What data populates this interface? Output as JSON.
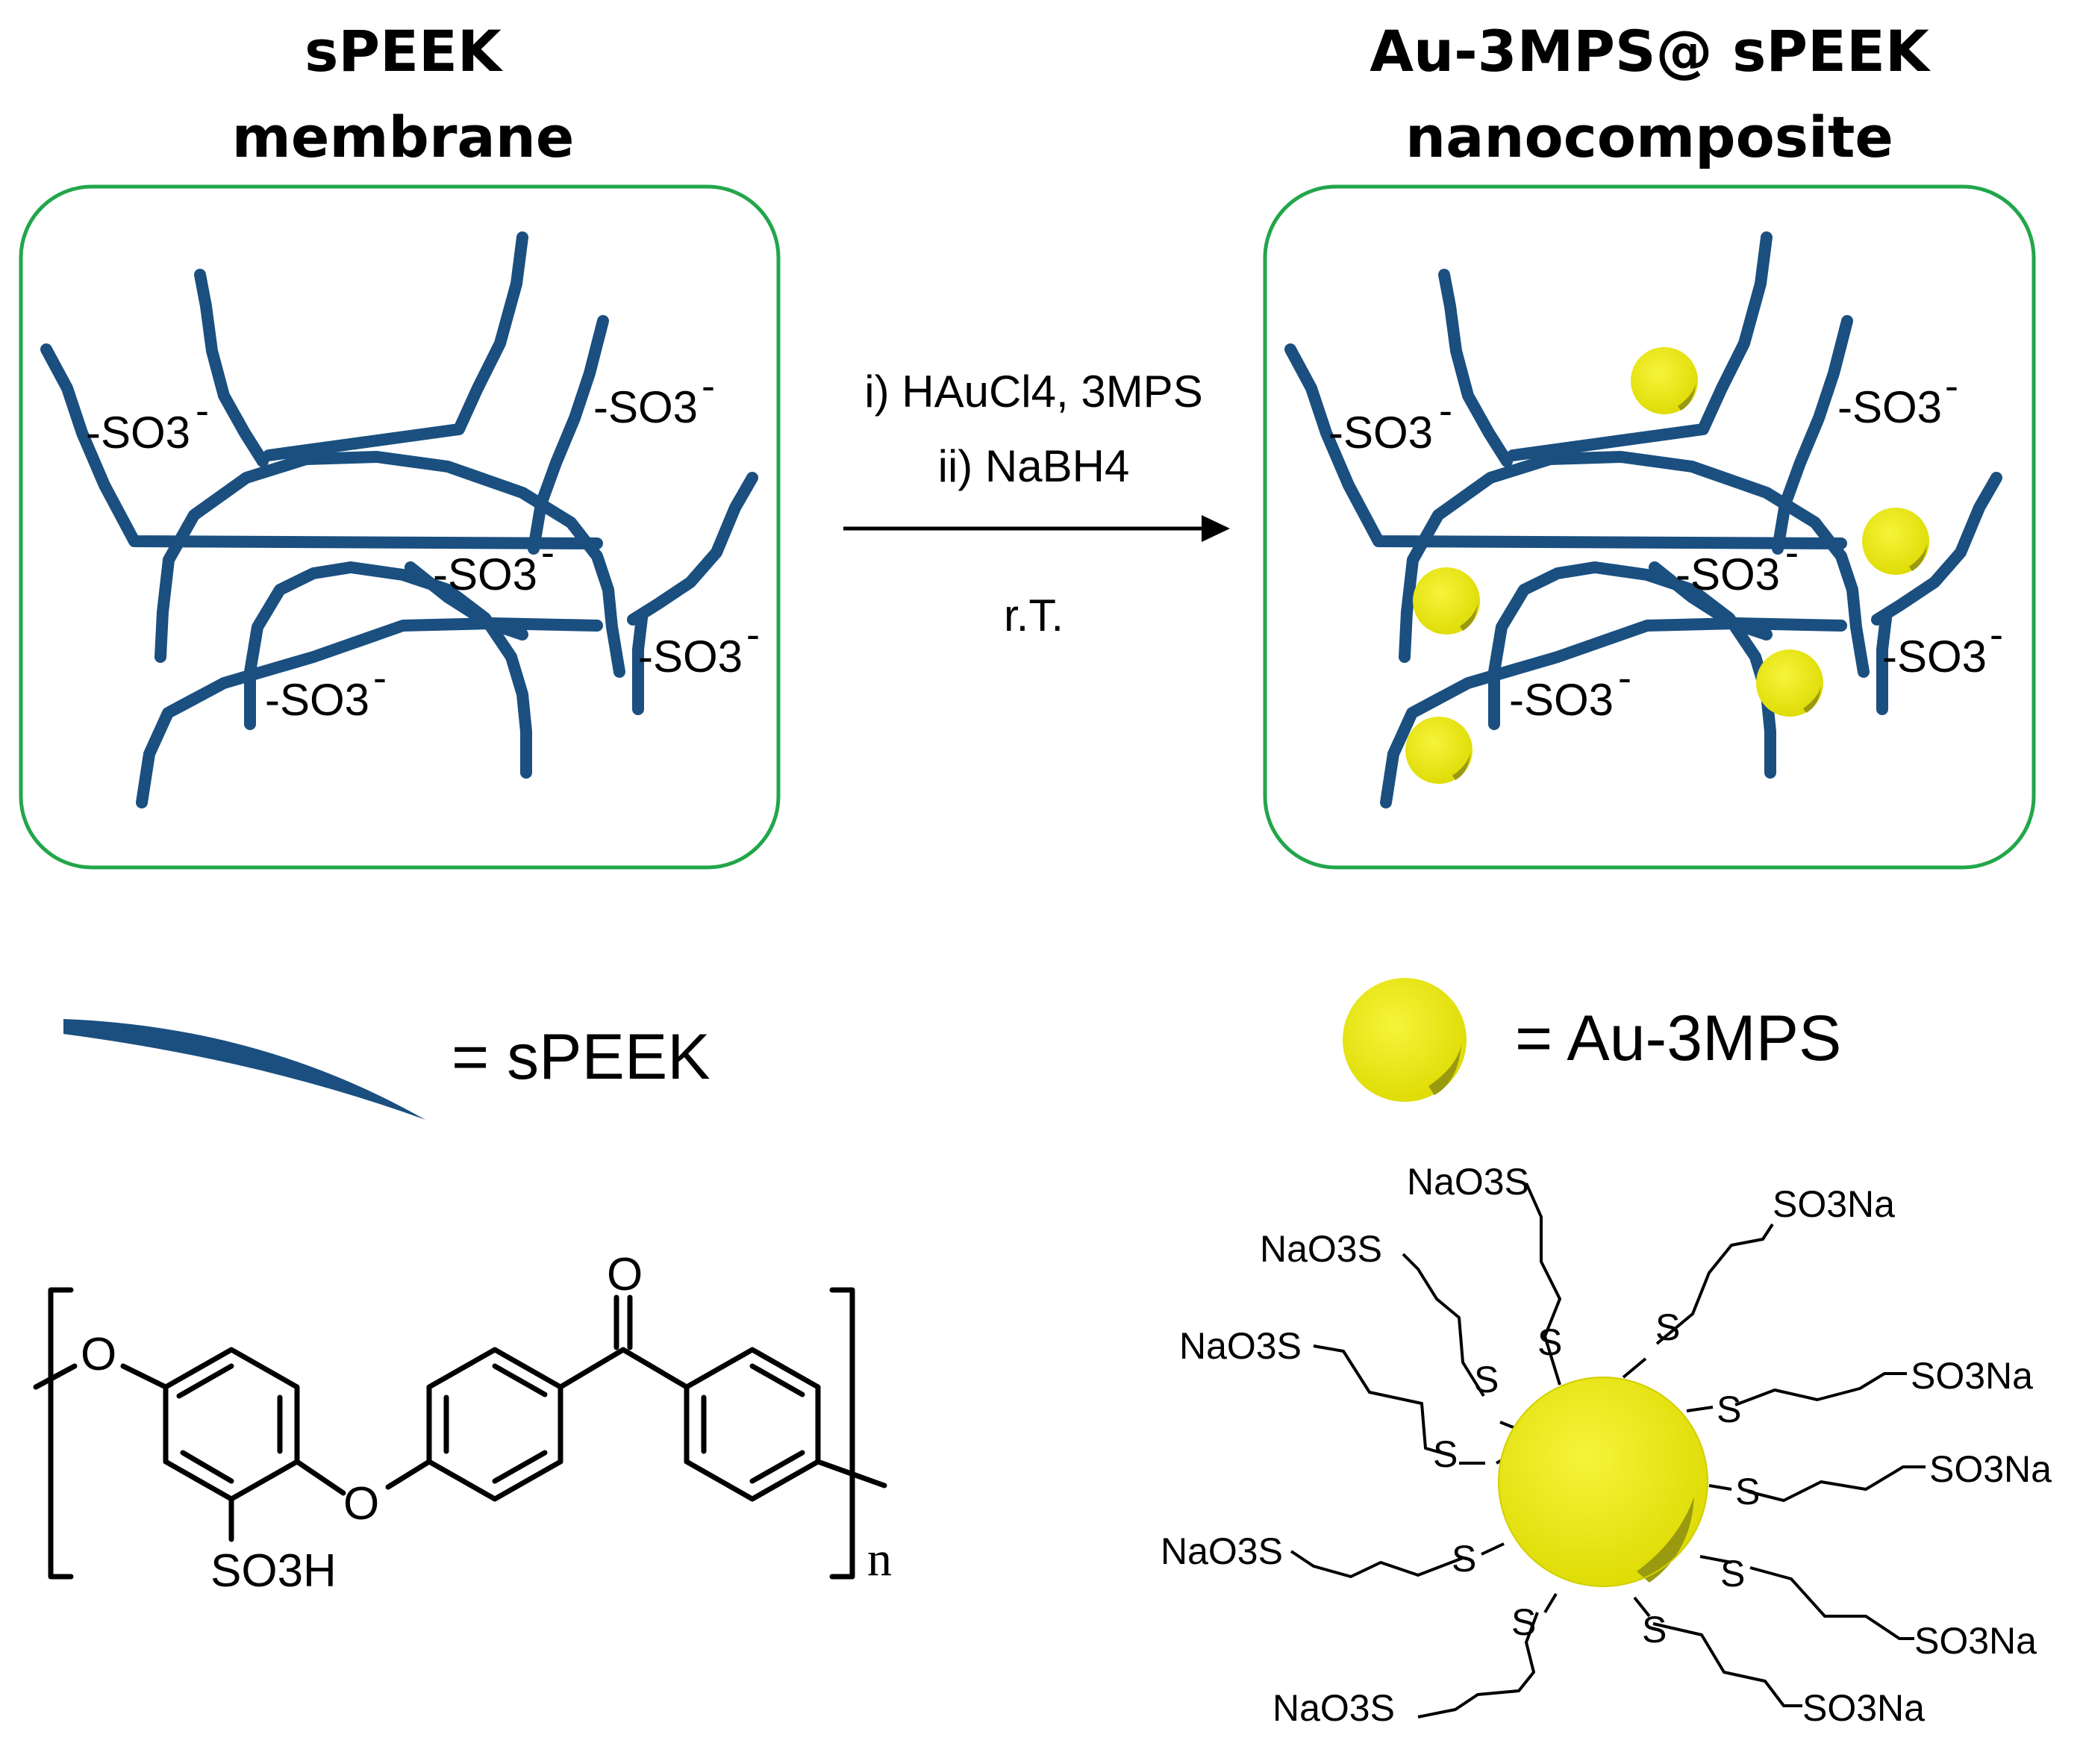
{
  "colors": {
    "polymer": "#1a4f80",
    "box_border": "#22a64a",
    "gold": "#e8e600",
    "gold_shadow": "#9a9a10",
    "text": "#000000"
  },
  "left_panel": {
    "title_line1": "sPEEK",
    "title_line2": "membrane",
    "groups": [
      "-SO3",
      "-SO3",
      "-SO3",
      "-SO3",
      "-SO3"
    ]
  },
  "right_panel": {
    "title_line1": "Au-3MPS@ sPEEK",
    "title_line2": "nanocomposite",
    "groups": [
      "-SO3",
      "-SO3",
      "-SO3",
      "-SO3",
      "-SO3"
    ]
  },
  "reaction": {
    "step1": "i) HAuCl4, 3MPS",
    "step2": "ii) NaBH4",
    "condition": "r.T."
  },
  "legend": {
    "speek_label": "= sPEEK",
    "au_label": "= Au-3MPS"
  },
  "structure": {
    "oxygen": "O",
    "sulfonic": "SO3H",
    "repeat_index": "n"
  },
  "ligand": {
    "thiol_atom": "S",
    "terminal_right": "SO3Na",
    "terminal_left": "NaO3S"
  }
}
